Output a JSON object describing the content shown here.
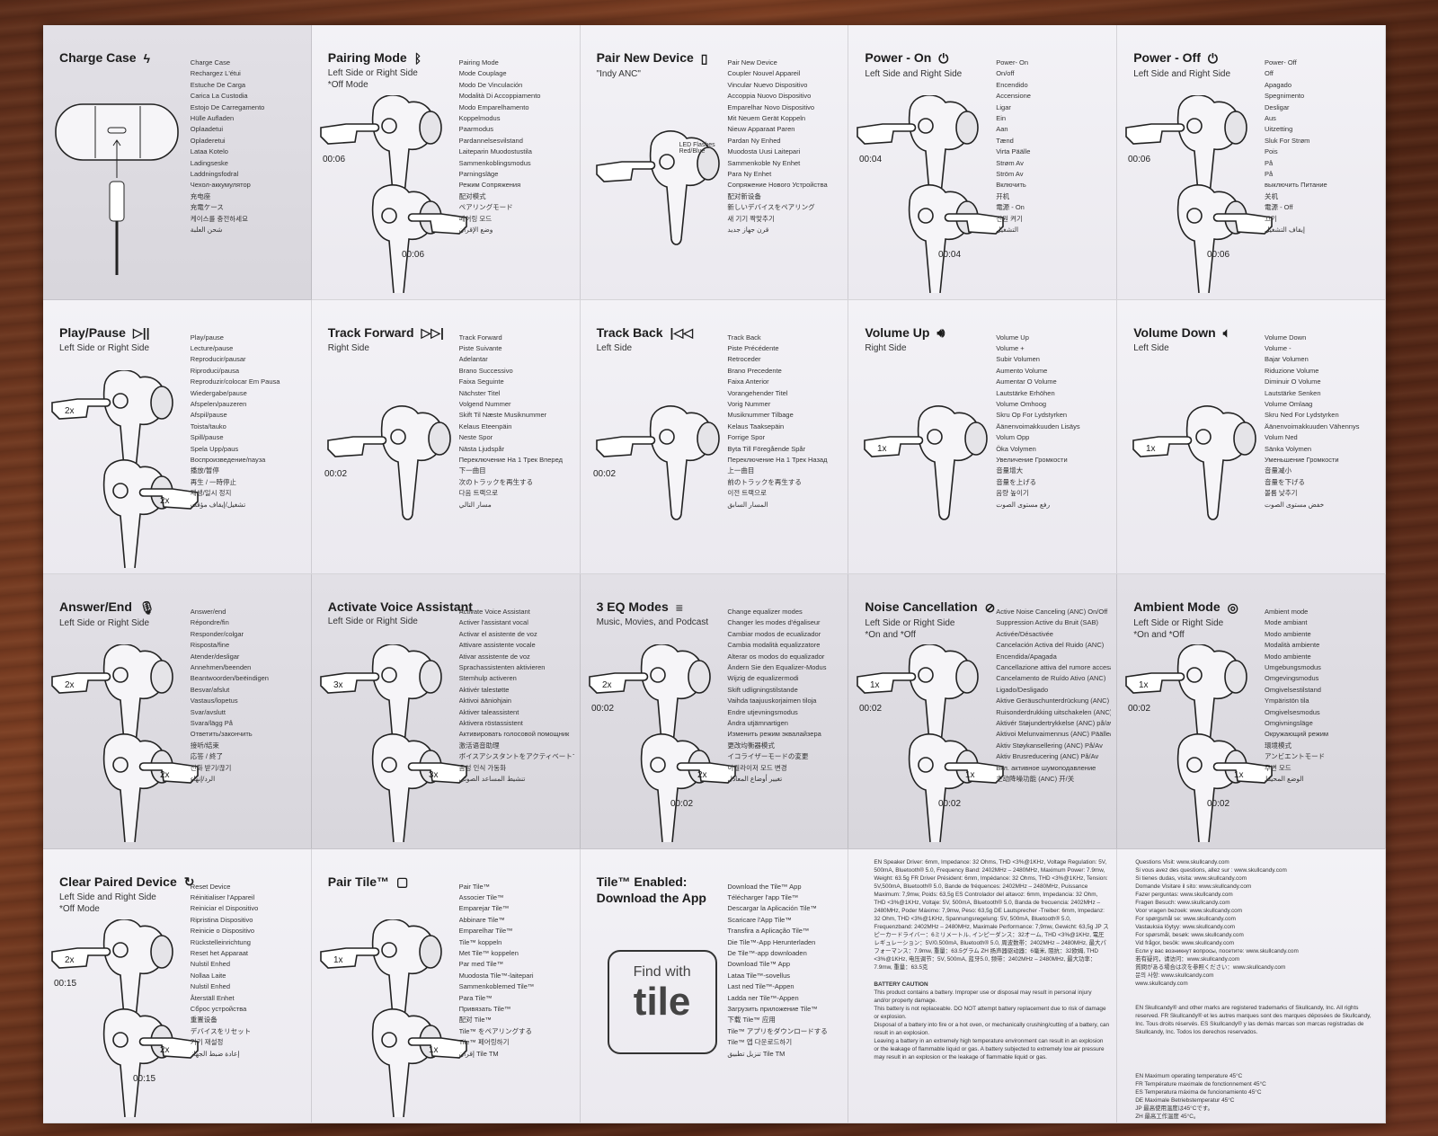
{
  "panels": [
    {
      "title": "Charge Case",
      "sub": "",
      "icon": "lightning-icon",
      "langs": [
        "Charge Case",
        "Rechargez L'étui",
        "Estuche De Carga",
        "Carica La Custodia",
        "Estojo De Carregamento",
        "Hülle Aufladen",
        "Oplaadetui",
        "Opladeretui",
        "Lataa Kotelo",
        "Ladingseske",
        "Laddningsfodral",
        "Чехол-аккумулятор",
        "充电座",
        "充電ケース",
        "케이스를 충전하세요",
        "شحن العلبة"
      ]
    },
    {
      "title": "Pairing Mode",
      "sub": "Left Side or Right Side\n*Off Mode",
      "icon": "bluetooth-icon",
      "langs": [
        "Pairing Mode",
        "Mode Couplage",
        "Modo De Vinculación",
        "Modalità Di Accoppiamento",
        "Modo Emparelhamento",
        "Koppelmodus",
        "Paarmodus",
        "Pardannelsesvilstand",
        "Laiteparin Muodostustila",
        "Sammenkoblingsmodus",
        "Parningsläge",
        "Режим Сопряжения",
        "配对模式",
        "ペアリングモード",
        "페어링 모드",
        "وضع الإقران"
      ],
      "times": [
        "00:06",
        "00:06"
      ]
    },
    {
      "title": "Pair New Device",
      "sub": "\"Indy ANC\"",
      "icon": "phone-icon",
      "langs": [
        "Pair New Device",
        "Coupler Nouvel Appareil",
        "Vincular Nuevo Dispositivo",
        "Accoppia Nuovo Dispositivo",
        "Emparelhar Novo Dispositivo",
        "Mit Neuem Gerät Koppeln",
        "Nieuw Apparaat Paren",
        "Pardan Ny Enhed",
        "Muodosta Uusi Laitepari",
        "Sammenkoble Ny Enhet",
        "Para Ny Enhet",
        "Сопряжение Нового Устройства",
        "配对新设备",
        "新しいデバイスをペアリング",
        "새 기기 짝맞추기",
        "قرن جهاز جديد"
      ],
      "note": "LED Flashes Red/Blue"
    },
    {
      "title": "Power - On",
      "sub": "Left Side and Right Side",
      "icon": "power-icon",
      "langs": [
        "Power- On",
        "On/off",
        "Encendido",
        "Accensione",
        "Ligar",
        "Ein",
        "Aan",
        "Tænd",
        "Virta Päälle",
        "Strøm Av",
        "Ström Av",
        "Включить",
        "开机",
        "電源 - On",
        "전원 켜기",
        "التشغيل"
      ],
      "times": [
        "00:04",
        "00:04"
      ]
    },
    {
      "title": "Power - Off",
      "sub": "Left Side and Right Side",
      "icon": "power-icon",
      "langs": [
        "Power- Off",
        "Off",
        "Apagado",
        "Spegnimento",
        "Desligar",
        "Aus",
        "Uitzetting",
        "Sluk For Strøm",
        "Pois",
        "På",
        "På",
        "выключить Питание",
        "关机",
        "電源 - Off",
        "끄기",
        "إيقاف التشغيل"
      ],
      "times": [
        "00:06",
        "00:06"
      ]
    },
    {
      "title": "Play/Pause",
      "sub": "Left Side or Right Side",
      "icon": "play-pause-icon",
      "langs": [
        "Play/pause",
        "Lecture/pause",
        "Reproducir/pausar",
        "Riproduci/pausa",
        "Reproduzir/colocar Em Pausa",
        "Wiedergabe/pause",
        "Afspelen/pauzeren",
        "Afspil/pause",
        "Toista/tauko",
        "Spill/pause",
        "Spela Upp/paus",
        "Воспроизведение/пауза",
        "播放/暂停",
        "再生 / 一時停止",
        "재생/일시 정지",
        "تشغيل/إيقاف مؤقت"
      ],
      "taps": [
        "2x",
        "2x"
      ]
    },
    {
      "title": "Track Forward",
      "sub": "Right Side",
      "icon": "skip-forward-icon",
      "langs": [
        "Track Forward",
        "Piste Suivante",
        "Adelantar",
        "Brano Successivo",
        "Faixa Seguinte",
        "Nächster Titel",
        "Volgend Nummer",
        "Skift Til Næste Musiknummer",
        "Kelaus Eteenpäin",
        "Neste Spor",
        "Nästa Ljudspår",
        "Переключение На 1 Трек Вперед",
        "下一曲目",
        "次のトラックを再生する",
        "다음 트랙으로",
        "مسار التالي"
      ],
      "times": [
        "00:02"
      ]
    },
    {
      "title": "Track Back",
      "sub": "Left Side",
      "icon": "skip-back-icon",
      "langs": [
        "Track Back",
        "Piste Précédente",
        "Retroceder",
        "Brano Precedente",
        "Faixa Anterior",
        "Vorangehender Titel",
        "Vorig Nummer",
        "Musiknummer Tilbage",
        "Kelaus Taaksepäin",
        "Forrige Spor",
        "Byta Till Föregående Spår",
        "Переключение На 1 Трек Назад",
        "上一曲目",
        "前のトラックを再生する",
        "이전 트랙으로",
        "المسار السابق"
      ],
      "times": [
        "00:02"
      ]
    },
    {
      "title": "Volume Up",
      "sub": "Right Side",
      "icon": "volume-up-icon",
      "langs": [
        "Volume Up",
        "Volume +",
        "Subir Volumen",
        "Aumento Volume",
        "Aumentar O Volume",
        "Lautstärke Erhöhen",
        "Volume Omhoog",
        "Skru Op For Lydstyrken",
        "Äänenvoimakkuuden Lisäys",
        "Volum Opp",
        "Öka Volymen",
        "Увеличение Громкости",
        "音量增大",
        "音量を上げる",
        "음량 높이기",
        "رفع مستوى الصوت"
      ],
      "taps": [
        "1x"
      ]
    },
    {
      "title": "Volume Down",
      "sub": "Left Side",
      "icon": "volume-down-icon",
      "langs": [
        "Volume Down",
        "Volume -",
        "Bajar Volumen",
        "Riduzione Volume",
        "Diminuir O Volume",
        "Lautstärke Senken",
        "Volume Omlaag",
        "Skru Ned For Lydstyrken",
        "Äänenvoimakkuuden Vähennys",
        "Volum Ned",
        "Sänka Volymen",
        "Уменьшение Громкости",
        "音量减小",
        "音量を下げる",
        "볼륨 낮추기",
        "خفض مستوى الصوت"
      ],
      "taps": [
        "1x"
      ]
    },
    {
      "title": "Answer/End",
      "sub": "Left Side or Right Side",
      "icon": "microphone-icon",
      "langs": [
        "Answer/end",
        "Répondre/fin",
        "Responder/colgar",
        "Risposta/fine",
        "Atender/desligar",
        "Annehmen/beenden",
        "Beantwoorden/beëindigen",
        "Besvar/afslut",
        "Vastaus/lopetus",
        "Svar/avslutt",
        "Svara/lägg På",
        "Ответить/закончить",
        "接听/结束",
        "応答 / 終了",
        "전화 받기/끊기",
        "الرد/إنهاء"
      ],
      "taps": [
        "2x",
        "2x"
      ]
    },
    {
      "title": "Activate Voice Assistant",
      "sub": "Left Side or Right Side",
      "icon": "",
      "langs": [
        "Activate Voice Assistant",
        "Activer l'assistant vocal",
        "Activar el asistente de voz",
        "Attivare assistente vocale",
        "Ativar assistente de voz",
        "Sprachassistenten aktivieren",
        "Stemhulp activeren",
        "Aktivér talestøtte",
        "Aktivoi ääniohjain",
        "Aktiver taleassistent",
        "Aktivera röstassistent",
        "Активировать голосовой помощник",
        "激活语音助理",
        "ボイスアシスタントをアクティベートする",
        "음성 인식 가동화",
        "تنشيط المساعد الصوتي"
      ],
      "taps": [
        "3x",
        "3x"
      ]
    },
    {
      "title": "3 EQ Modes",
      "sub": "Music, Movies, and Podcast",
      "icon": "equalizer-icon",
      "langs": [
        "Change equalizer modes",
        "Changer les modes d'égaliseur",
        "Cambiar modos de ecualizador",
        "Cambia modalità equalizzatore",
        "Alterar os modos do equalizador",
        "Ändern Sie den Equalizer-Modus",
        "Wijzig de equalizermodi",
        "Skift udligningstilstande",
        "Vaihda taajuuskorjaimen tiloja",
        "Endre utjevningsmodus",
        "Ändra utjämnartigen",
        "Изменить режим эквалайзера",
        "更改均衡器模式",
        "イコライザーモードの変更",
        "이퀄라이저 모드 변경",
        "تغيير أوضاع المعادل"
      ],
      "taps": [
        "2x",
        "2x"
      ],
      "times": [
        "00:02",
        "00:02"
      ]
    },
    {
      "title": "Noise Cancellation",
      "sub": "Left Side or Right Side\n*On and *Off",
      "icon": "anc-icon",
      "langs": [
        "Active Noise Canceling (ANC) On/Off",
        "Suppression Active du Bruit (SAB)",
        "Activée/Désactivée",
        "Cancelación Activa del Ruido (ANC)",
        "Encendida/Apagada",
        "Cancellazione attiva del rumore accesa/spenta",
        "Cancelamento de Ruído Ativo (ANC)",
        "Ligado/Desligado",
        "Aktive Geräuschunterdrückung (ANC) ein/aus",
        "Ruisonderdrukking uitschakelen (ANC) på/av",
        "Aktivér Støjundertrykkelse (ANC) på/av",
        "Aktivoi Melunvaimennus (ANC) Päälle/Pois Päältä",
        "Aktiv Støykansellering (ANC) På/Av",
        "Aktiv Brusreducering (ANC) På/Av",
        "Вкл. активное шумоподавление",
        "主动降噪功能 (ANC) 开/关"
      ],
      "taps": [
        "1x",
        "1x"
      ],
      "times": [
        "00:02",
        "00:02"
      ]
    },
    {
      "title": "Ambient Mode",
      "sub": "Left Side or Right Side\n*On and *Off",
      "icon": "ambient-icon",
      "langs": [
        "Ambient mode",
        "Mode ambiant",
        "Modo ambiente",
        "Modalità ambiente",
        "Modo ambiente",
        "Umgebungsmodus",
        "Omgevingsmodus",
        "Omgivelsestilstand",
        "Ympäristön tila",
        "Omgivelsesmodus",
        "Omgivningsläge",
        "Окружающий режим",
        "環境模式",
        "アンビエントモード",
        "주변 모드",
        "الوضع المحيط"
      ],
      "taps": [
        "1x",
        "1x"
      ],
      "times": [
        "00:02",
        "00:02"
      ]
    },
    {
      "title": "Clear Paired Device",
      "sub": "Left Side and Right Side\n*Off Mode",
      "icon": "reset-icon",
      "langs": [
        "Reset Device",
        "Réinitialiser l'Appareil",
        "Reiniciar el Dispositivo",
        "Ripristina Dispositivo",
        "Reinicie o Dispositivo",
        "Rückstelleinrichtung",
        "Reset het Apparaat",
        "Nulstil Enhed",
        "Nollaa Laite",
        "Nulstil Enhed",
        "Återställ Enhet",
        "Сброс устройства",
        "重置设备",
        "デバイスをリセット",
        "기기 재설정",
        "إعادة ضبط الجهاز"
      ],
      "taps": [
        "2x",
        "2x"
      ],
      "times": [
        "00:15",
        "00:15"
      ]
    },
    {
      "title": "Pair Tile™",
      "sub": "",
      "icon": "tile-icon",
      "langs": [
        "Pair Tile™",
        "Associer Tile™",
        "Emparejar Tile™",
        "Abbinare Tile™",
        "Emparelhar Tile™",
        "Tile™ koppeln",
        "Met Tile™ koppelen",
        "Par med Tile™",
        "Muodosta Tile™-laitepari",
        "Sammenkoblemed Tile™",
        "Para Tile™",
        "Привязать Tile™",
        "配对 Tile™",
        "Tile™ をペアリングする",
        "Tile™ 페어링하기",
        "إقران Tile TM"
      ],
      "taps": [
        "1x",
        "1x"
      ]
    },
    {
      "title": "Tile™ Enabled:",
      "title2": "Download the App",
      "find": "Find with",
      "brand": "tile",
      "langs": [
        "Download the Tile™ App",
        "Télécharger l'app Tile™",
        "Descargar la Aplicación Tile™",
        "Scaricare l'App Tile™",
        "Transfira a Aplicação Tile™",
        "Die Tile™-App Herunterladen",
        "De Tile™-app downloaden",
        "Download Tile™ App",
        "Lataa Tile™-sovellus",
        "Last ned Tile™-Appen",
        "Ladda ner Tile™-Appen",
        "Загрузить приложение Tile™",
        "下载 Tile™ 应用",
        "Tile™ アプリをダウンロードする",
        "Tile™ 앱 다운로드하기",
        "تنزيل تطبيق Tile TM"
      ]
    },
    {
      "title": "specs",
      "lines": [
        "EN Speaker Driver: 6mm, Impedance: 32 Ohms, THD <3%@1KHz, Voltage Regulation: 5V, 500mA, Bluetooth® 5.0, Frequency Band: 2402MHz – 2480MHz, Maximum Power: 7.9mw, Weight: 63.5g FR Driver Président: 6mm, Impédance: 32 Ohms, THD <3%@1KHz, Tension: 5V,500mA, Bluetooth® 5.0, Bande de fréquences: 2402MHz – 2480MHz, Puissance Maximum: 7,9mw, Poids: 63,5g ES Controlador del altavoz: 6mm, Impedancia: 32 Ohm, THD <3%@1KHz, Voltaje: 5V, 500mA, Bluetooth® 5.0, Banda de frecuencia: 2402MHz – 2480MHz, Poder Máximo: 7,9mw, Peso: 63,5g DE Lautsprecher -Treiber: 6mm, Impedanz: 32 Ohm, THD <3%@1KHz, Spannungsregelung: 5V, 500mA, Bluetooth® 5.0, Frequenzband: 2402MHz – 2480MHz, Maximale Performance: 7,9mw, Gewicht: 63,5g JP スピーカードライバー：6ミリメートル, インピーダンス：32オーム, THD <3%@1KHz, 電圧レギュレーション：5V/0.500mA, Bluetooth® 5.0, 周波数帯：2402MHz – 2480MHz, 最大パフォーマンス：7.9mw, 重量：63.5グラム ZH 扬声器驱动器：6毫米, 阻抗：32欧姆, THD <3%@1KHz, 电压调节：5V, 500mA, 蓝牙5.0, 频带：2402MHz – 2480MHz, 最大功率：7.9mw, 重量：63.5克"
      ],
      "caption": "BATTERY CAUTION",
      "caution": [
        "This product contains a battery. Improper use or disposal may result in personal injury and/or property damage.",
        "This battery is not replaceable. DO NOT attempt battery replacement due to risk of damage or explosion.",
        "Disposal of a battery into fire or a hot oven, or mechanically crushing/cutting of a battery, can result in an explosion.",
        "Leaving a battery in an extremely high temperature environment can result in an explosion or the leakage of flammable liquid or gas. A battery subjected to extremely low air pressure may result in an explosion or the leakage of flammable liquid or gas."
      ]
    },
    {
      "title": "support",
      "lines": [
        "Questions Visit: www.skullcandy.com",
        "Si vous avez des questions, allez sur : www.skullcandy.com",
        "Si tienes dudas, visita: www.skullcandy.com",
        "Domande Visitare il sito: www.skullcandy.com",
        "Fazer perguntas: www.skullcandy.com",
        "Fragen Besuch: www.skullcandy.com",
        "Voor vragen bezoek: www.skullcandy.com",
        "For spørgsmål se: www.skullcandy.com",
        "Vastauksia löytyy: www.skullcandy.com",
        "For spørsmål, besøk: www.skullcandy.com",
        "Vid frågor, besök: www.skullcandy.com",
        "Если у вас возникнут вопросы, посетите: www.skullcandy.com",
        "若有疑问，请访问：www.skullcandy.com",
        "質問がある場合は次を参照ください：www.skullcandy.com",
        "문의 사항: www.skullcandy.com",
        "www.skullcandy.com"
      ],
      "trademark": "EN Skullcandy® and other marks are registered trademarks of Skullcandy, Inc. All rights reserved. FR Skullcandy® et les autres marques sont des marques déposées de Skullcandy, Inc. Tous droits réservés. ES Skullcandy® y las demás marcas son marcas registradas de Skullcandy, Inc. Todos los derechos reservados.",
      "temps": [
        "EN Maximum operating temperature 45°C",
        "FR Température maximale de fonctionnement 45°C",
        "ES Temperatura máxima de funcionamiento 45°C",
        "DE Maximale Betriebstemperatur 45°C",
        "JP 最高使用温度は45°Cです。",
        "ZH 最高工作温度 45°C。"
      ]
    }
  ]
}
